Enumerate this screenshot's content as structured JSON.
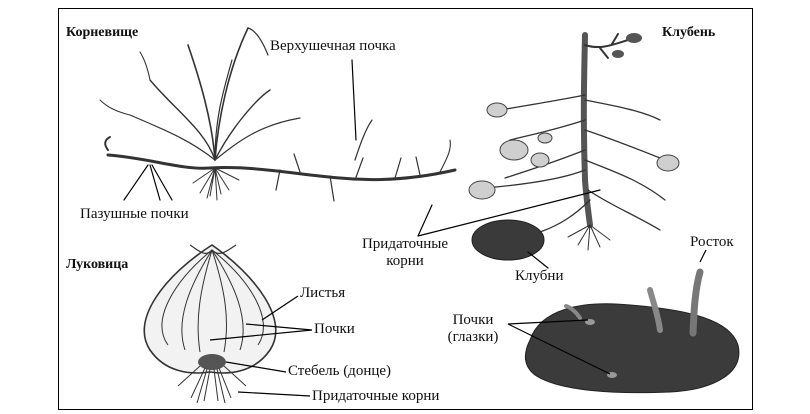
{
  "rhizome": {
    "title": "Корневище",
    "apical_bud": "Верхушечная почка",
    "axillary_buds": "Пазушные почки"
  },
  "tuber_plant": {
    "title": "Клубень",
    "adventitious_roots_line1": "Придаточные",
    "adventitious_roots_line2": "корни",
    "tubers": "Клубни"
  },
  "bulb": {
    "title": "Луковица",
    "leaves": "Листья",
    "buds": "Почки",
    "stem": "Стебель (донце)",
    "adventitious_roots": "Придаточные корни"
  },
  "potato": {
    "sprout": "Росток",
    "eyes_line1": "Почки",
    "eyes_line2": "(глазки)"
  }
}
